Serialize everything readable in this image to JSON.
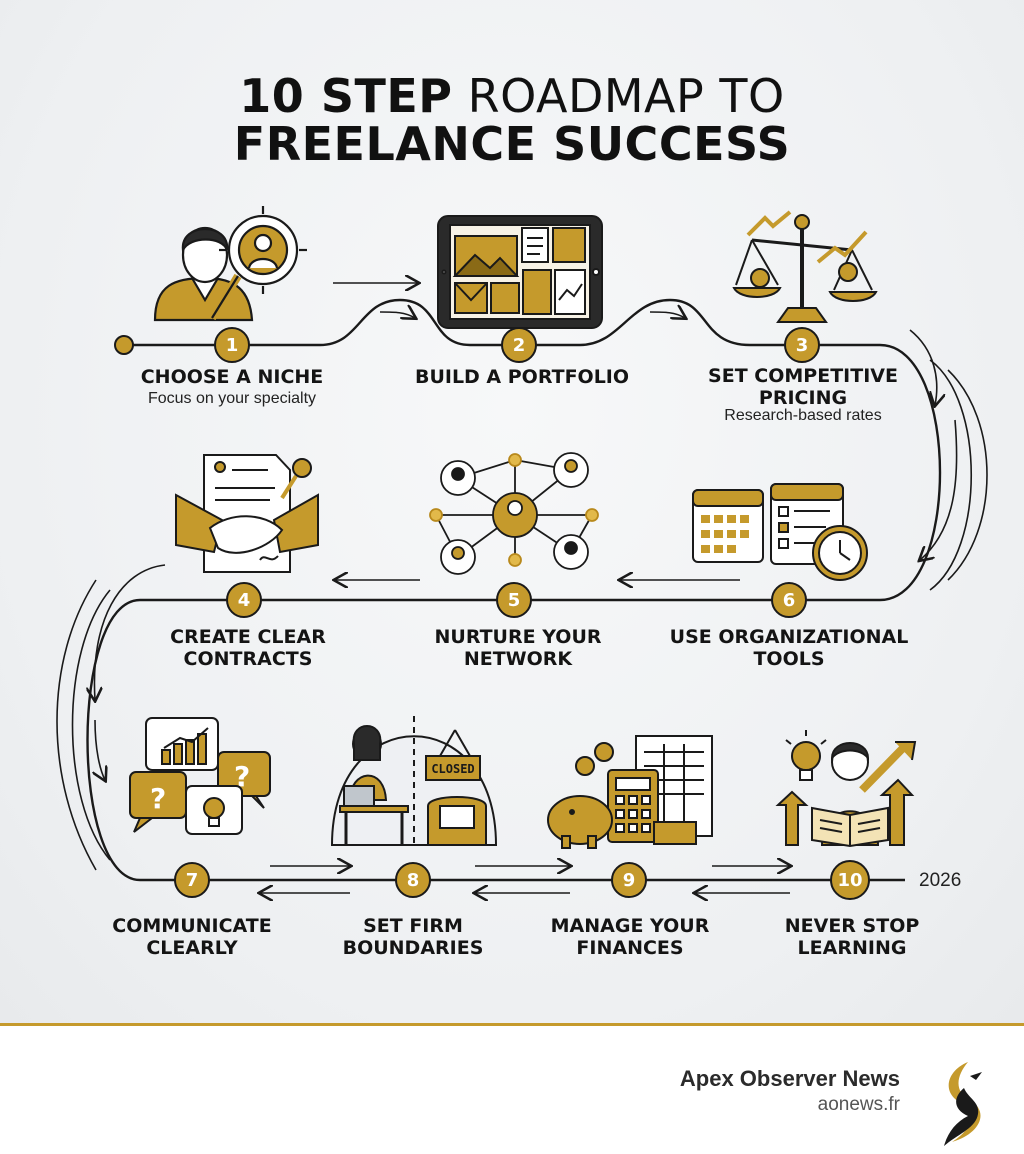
{
  "title": {
    "line1_bold": "10 STEP",
    "line1_light": "ROADMAP TO",
    "line2": "FREELANCE SUCCESS"
  },
  "steps": [
    {
      "number": "1",
      "title_lines": [
        "CHOOSE A NICHE"
      ],
      "subtitle": "Focus on your specialty"
    },
    {
      "number": "2",
      "title_lines": [
        "BUILD A PORTFOLIO"
      ],
      "subtitle": ""
    },
    {
      "number": "3",
      "title_lines": [
        "SET COMPETITIVE",
        "PRICING"
      ],
      "subtitle": "Research-based rates"
    },
    {
      "number": "4",
      "title_lines": [
        "CREATE CLEAR",
        "CONTRACTS"
      ],
      "subtitle": ""
    },
    {
      "number": "5",
      "title_lines": [
        "NURTURE YOUR",
        "NETWORK"
      ],
      "subtitle": ""
    },
    {
      "number": "6",
      "title_lines": [
        "USE ORGANIZATIONAL",
        "TOOLS"
      ],
      "subtitle": ""
    },
    {
      "number": "7",
      "title_lines": [
        "COMMUNICATE",
        "CLEARLY"
      ],
      "subtitle": ""
    },
    {
      "number": "8",
      "title_lines": [
        "SET FIRM",
        "BOUNDARIES"
      ],
      "subtitle": ""
    },
    {
      "number": "9",
      "title_lines": [
        "MANAGE YOUR",
        "FINANCES"
      ],
      "subtitle": ""
    },
    {
      "number": "10",
      "title_lines": [
        "NEVER STOP",
        "LEARNING"
      ],
      "subtitle": ""
    }
  ],
  "year": "2026",
  "sign_text": "CLOSED",
  "footer": {
    "brand": "Apex Observer News",
    "url": "aonews.fr"
  },
  "colors": {
    "accent": "#c59a2c",
    "accent_dark": "#8a6a16",
    "line": "#1a1a1a",
    "text": "#141414"
  },
  "icons": [
    "niche-magnifier-icon",
    "portfolio-tablet-icon",
    "pricing-scale-icon",
    "contract-handshake-icon",
    "network-icon",
    "calendar-clock-icon",
    "chat-bubbles-icon",
    "boundaries-closed-icon",
    "finances-piggy-calculator-icon",
    "learning-book-icon"
  ]
}
